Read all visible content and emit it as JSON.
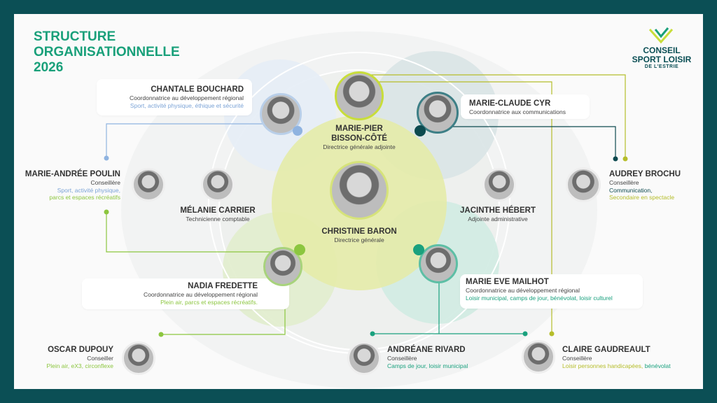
{
  "title": {
    "line1": "STRUCTURE",
    "line2": "ORGANISATIONNELLE",
    "line3": "2026"
  },
  "logo": {
    "line1": "CONSEIL",
    "line2": "SPORT LOISIR",
    "line3": "DE L'ESTRIE"
  },
  "colors": {
    "frame": "#0b4f55",
    "blue": "#8fb3e0",
    "green": "#8cc63f",
    "teal": "#1aa17e",
    "dark_teal": "#0d4a4f",
    "olive": "#b5bd2a",
    "title": "#19a07a"
  },
  "people": [
    {
      "name": "MARIE-PIER",
      "name2": "BISSON-CÔTÉ",
      "role": "Directrice générale adjointe"
    },
    {
      "name": "CHRISTINE BARON",
      "role": "Directrice générale"
    },
    {
      "name": "CHANTALE BOUCHARD",
      "role": "Coordonnatrice au développement régional",
      "focus": "Sport, activité physique, éthique et sécurité"
    },
    {
      "name": "MARIE-CLAUDE CYR",
      "role": "Coordonnatrice aux communications"
    },
    {
      "name": "MARIE-ANDRÉE POULIN",
      "role": "Conseillère",
      "focus": "Sport, activité physique,",
      "focus2": "parcs et espaces récréatifs"
    },
    {
      "name": "MÉLANIE CARRIER",
      "role": "Technicienne comptable"
    },
    {
      "name": "JACINTHE HÉBERT",
      "role": "Adjointe administrative"
    },
    {
      "name": "AUDREY BROCHU",
      "role": "Conseillère",
      "focus": "Communication,",
      "focus2": "Secondaire en spectacle"
    },
    {
      "name": "NADIA FREDETTE",
      "role": "Coordonnatrice au développement régional",
      "focus": "Plein air, parcs et espaces récréatifs."
    },
    {
      "name": "MARIE EVE MAILHOT",
      "role": "Coordonnatrice au développement régional",
      "focus": "Loisir municipal, camps de jour, bénévolat, loisir culturel"
    },
    {
      "name": "OSCAR DUPOUY",
      "role": "Conseiller",
      "focus": "Plein air, eX3, circonflexe"
    },
    {
      "name": "ANDRÉANE RIVARD",
      "role": "Conseillère",
      "focus": "Camps de jour, loisir municipal"
    },
    {
      "name": "CLAIRE GAUDREAULT",
      "role": "Conseillère",
      "focus": "Loisir personnes handicapées,",
      "focus2": "bénévolat"
    }
  ]
}
